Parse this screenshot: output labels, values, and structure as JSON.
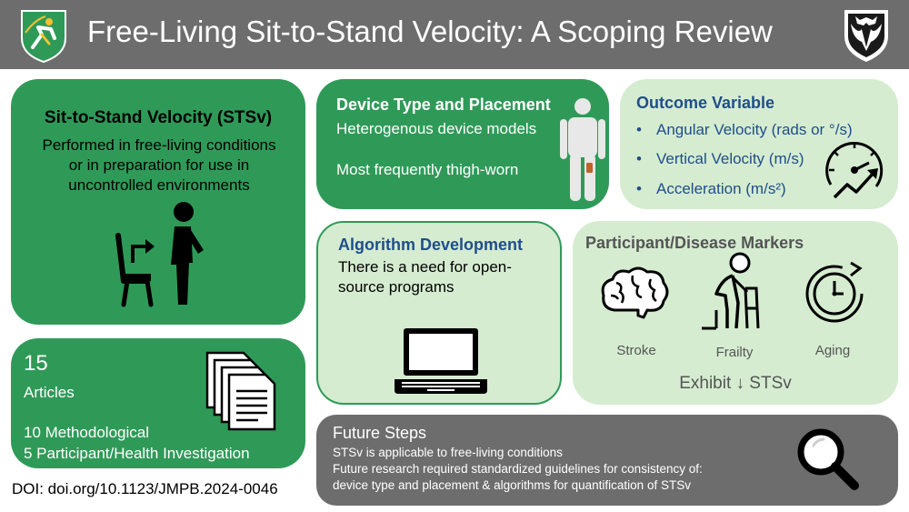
{
  "header": {
    "title": "Free-Living Sit-to-Stand Velocity: A Scoping Review",
    "logo_left_icon": "running-figure-shield-icon",
    "logo_right_icon": "eagle-crest-shield-icon"
  },
  "stsv": {
    "title": "Sit-to-Stand Velocity (STSv)",
    "description": "Performed in free-living conditions or in preparation for use in uncontrolled environments",
    "icon": "sit-to-stand-figure-icon"
  },
  "articles": {
    "count": "15",
    "label": "Articles",
    "methodological": "10 Methodological",
    "participant": "5 Participant/Health Investigation",
    "icon": "document-stack-icon"
  },
  "doi": "DOI: doi.org/10.1123/JMPB.2024-0046",
  "device": {
    "title": "Device Type and Placement",
    "line1": "Heterogenous device models",
    "line2": "Most frequently thigh-worn",
    "icon": "body-with-thigh-sensor-icon"
  },
  "outcome": {
    "title": "Outcome Variable",
    "items": [
      "Angular Velocity (rads or °/s)",
      "Vertical Velocity (m/s)",
      "Acceleration (m/s²)"
    ],
    "bullet": "•",
    "icon": "speedometer-trend-icon"
  },
  "algorithm": {
    "title": "Algorithm Development",
    "description": "There is a need for open-source programs",
    "icon": "laptop-icon"
  },
  "markers": {
    "title": "Participant/Disease Markers",
    "items": [
      "Stroke",
      "Frailty",
      "Aging"
    ],
    "icons": [
      "brain-icon",
      "walker-figure-icon",
      "clock-icon"
    ],
    "exhibit": "Exhibit ↓ STSv"
  },
  "future": {
    "title": "Future Steps",
    "lines": [
      "STSv is applicable to free-living conditions",
      "Future research required standardized guidelines for consistency of:",
      "device type and placement & algorithms for quantification of STSv"
    ],
    "icon": "magnifying-glass-icon"
  },
  "colors": {
    "header_gray": "#6d6d6d",
    "green": "#2f9a58",
    "light_green": "#d5ecd0",
    "blue_text": "#1f4e8a"
  }
}
